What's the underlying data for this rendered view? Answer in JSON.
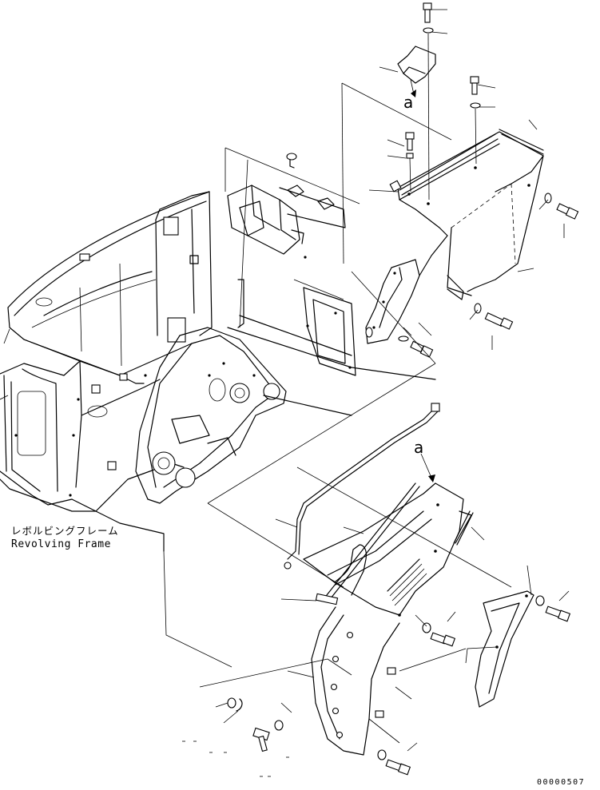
{
  "labels": {
    "frame_jp": "レボルビングフレーム",
    "frame_en": "Revolving Frame",
    "ref_a_top": "a",
    "ref_a_bottom": "a",
    "drawing_number": "00000507"
  }
}
